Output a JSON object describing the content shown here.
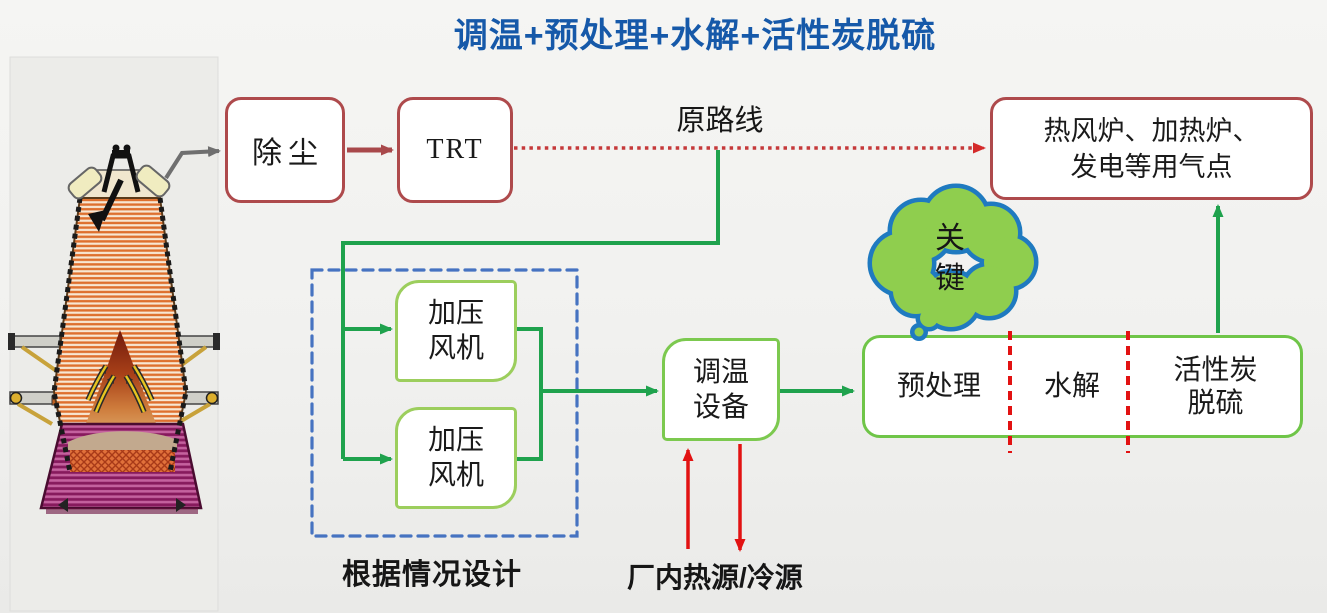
{
  "title": "调温+预处理+水解+活性炭脱硫",
  "boxes": {
    "dust": "除尘",
    "trt": "TRT",
    "users": "热风炉、加热炉、\n发电等用气点",
    "fan1": "加压\n风机",
    "fan2": "加压\n风机",
    "tiaowen": "调温\n设备",
    "pretreat": "预处理",
    "hydrolysis": "水解",
    "carbon": "活性炭\n脱硫"
  },
  "labels": {
    "original_route": "原路线",
    "design_note": "根据情况设计",
    "heat_source": "厂内热源/冷源",
    "cloud": "关\n键"
  },
  "colors": {
    "title_blue": "#1659a9",
    "red_box_border": "#ae4a4c",
    "dotted_route_red": "#c5393a",
    "bright_red": "#e21212",
    "green_arrow": "#1fa24d",
    "green_box_border": "#6fc548",
    "light_green_box_border": "#9cce5d",
    "dashed_blue": "#4673c1",
    "cloud_fill": "#8fce4e",
    "cloud_stroke": "#1f7ac0"
  }
}
